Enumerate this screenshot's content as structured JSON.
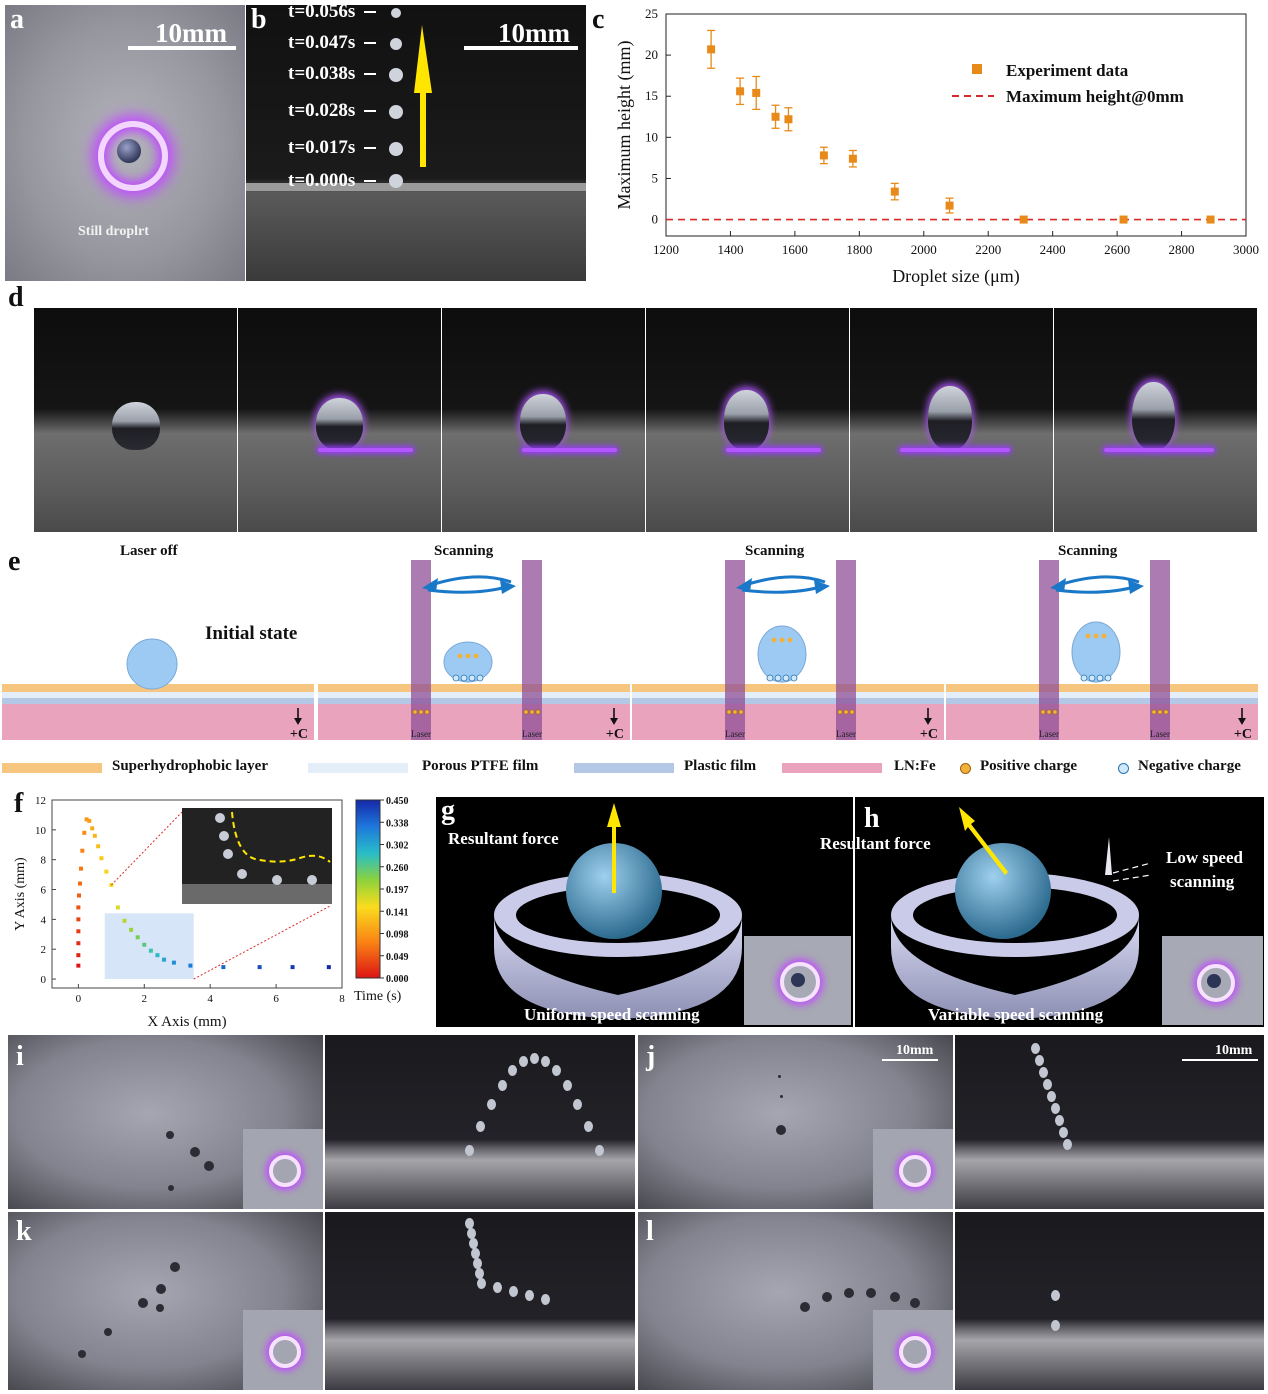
{
  "panel_labels": [
    "a",
    "b",
    "c",
    "d",
    "e",
    "f",
    "g",
    "h",
    "i",
    "j",
    "k",
    "l"
  ],
  "panel_a": {
    "scale": "10mm",
    "caption": "Still droplrt"
  },
  "panel_b": {
    "scale": "10mm",
    "times": [
      "t=0.056s",
      "t=0.047s",
      "t=0.038s",
      "t=0.028s",
      "t=0.017s",
      "t=0.000s"
    ]
  },
  "panel_e": {
    "states": [
      "Laser off",
      "Scanning",
      "Scanning",
      "Scanning"
    ],
    "initial": "Initial state",
    "laser": "Laser",
    "charge_mark": "+C",
    "legend": [
      "Superhydrophobic layer",
      "Porous  PTFE film",
      "Plastic film",
      "LN:Fe",
      "Positive charge",
      "Negative charge"
    ],
    "colors": {
      "superhydrophobic": "#f6c57f",
      "ptfe": "#e4eef8",
      "plastic": "#b4c8e6",
      "lnfe": "#eaa3bd",
      "laser_beam": "#8f4f97",
      "arrow": "#1a78c8"
    }
  },
  "panel_g": {
    "force": "Resultant force",
    "mode": "Uniform speed scanning"
  },
  "panel_h": {
    "force": "Resultant force",
    "mode": "Variable speed scanning",
    "note_line1": "Low speed",
    "note_line2": "scanning"
  },
  "panel_j": {
    "scale1": "10mm",
    "scale2": "10mm"
  },
  "chart_data": [
    {
      "panel": "c",
      "type": "scatter",
      "xlabel": "Droplet size (μm)",
      "ylabel": "Maximum height (mm)",
      "xlim": [
        1200,
        3000
      ],
      "ylim": [
        -2,
        25
      ],
      "xticks": [
        1200,
        1400,
        1600,
        1800,
        2000,
        2200,
        2400,
        2600,
        2800,
        3000
      ],
      "yticks": [
        0,
        5,
        10,
        15,
        20,
        25
      ],
      "legend_position": "top-right",
      "series": [
        {
          "name": "Experiment data",
          "color": "#e88a1a",
          "x": [
            1340,
            1430,
            1480,
            1540,
            1580,
            1690,
            1780,
            1910,
            2080,
            2310,
            2620,
            2890
          ],
          "y": [
            20.7,
            15.6,
            15.4,
            12.5,
            12.2,
            7.8,
            7.4,
            3.4,
            1.7,
            0,
            0,
            0
          ],
          "err": [
            2.3,
            1.6,
            2.0,
            1.4,
            1.4,
            1.0,
            1.0,
            1.0,
            0.9,
            0,
            0,
            0
          ]
        },
        {
          "name": "Maximum height@0mm",
          "color": "#d82a2a",
          "style": "dashed",
          "y_const": 0
        }
      ]
    },
    {
      "panel": "f",
      "type": "scatter",
      "xlabel": "X Axis (mm)",
      "ylabel": "Y Axis (mm)",
      "xlim": [
        -0.8,
        8
      ],
      "ylim": [
        -0.6,
        12
      ],
      "xticks": [
        0,
        2,
        4,
        6,
        8
      ],
      "yticks": [
        0,
        2,
        4,
        6,
        8,
        10,
        12
      ],
      "colorbar_label": "Time (s)",
      "colorbar_ticks": [
        "0.450",
        "0.338",
        "0.302",
        "0.260",
        "0.197",
        "0.141",
        "0.098",
        "0.049",
        "0.000"
      ],
      "points_x": [
        0,
        0,
        0,
        0,
        0,
        0,
        0.02,
        0.05,
        0.08,
        0.12,
        0.18,
        0.25,
        0.33,
        0.42,
        0.5,
        0.6,
        0.7,
        0.85,
        1.0,
        1.2,
        1.4,
        1.6,
        1.8,
        2.0,
        2.2,
        2.4,
        2.6,
        2.9,
        3.4,
        4.4,
        5.5,
        6.5,
        7.6
      ],
      "points_y": [
        0.9,
        1.6,
        2.4,
        3.2,
        4.0,
        4.8,
        5.6,
        6.4,
        7.4,
        8.6,
        9.8,
        10.7,
        10.6,
        10.1,
        9.6,
        8.9,
        8.1,
        7.2,
        6.3,
        4.8,
        3.9,
        3.3,
        2.8,
        2.3,
        1.9,
        1.6,
        1.3,
        1.1,
        0.9,
        0.8,
        0.8,
        0.8,
        0.8
      ],
      "points_t": [
        0.0,
        0.01,
        0.02,
        0.03,
        0.04,
        0.05,
        0.06,
        0.07,
        0.08,
        0.09,
        0.1,
        0.11,
        0.12,
        0.13,
        0.14,
        0.15,
        0.16,
        0.17,
        0.18,
        0.2,
        0.22,
        0.24,
        0.26,
        0.28,
        0.3,
        0.32,
        0.34,
        0.36,
        0.38,
        0.4,
        0.42,
        0.435,
        0.45
      ]
    }
  ]
}
